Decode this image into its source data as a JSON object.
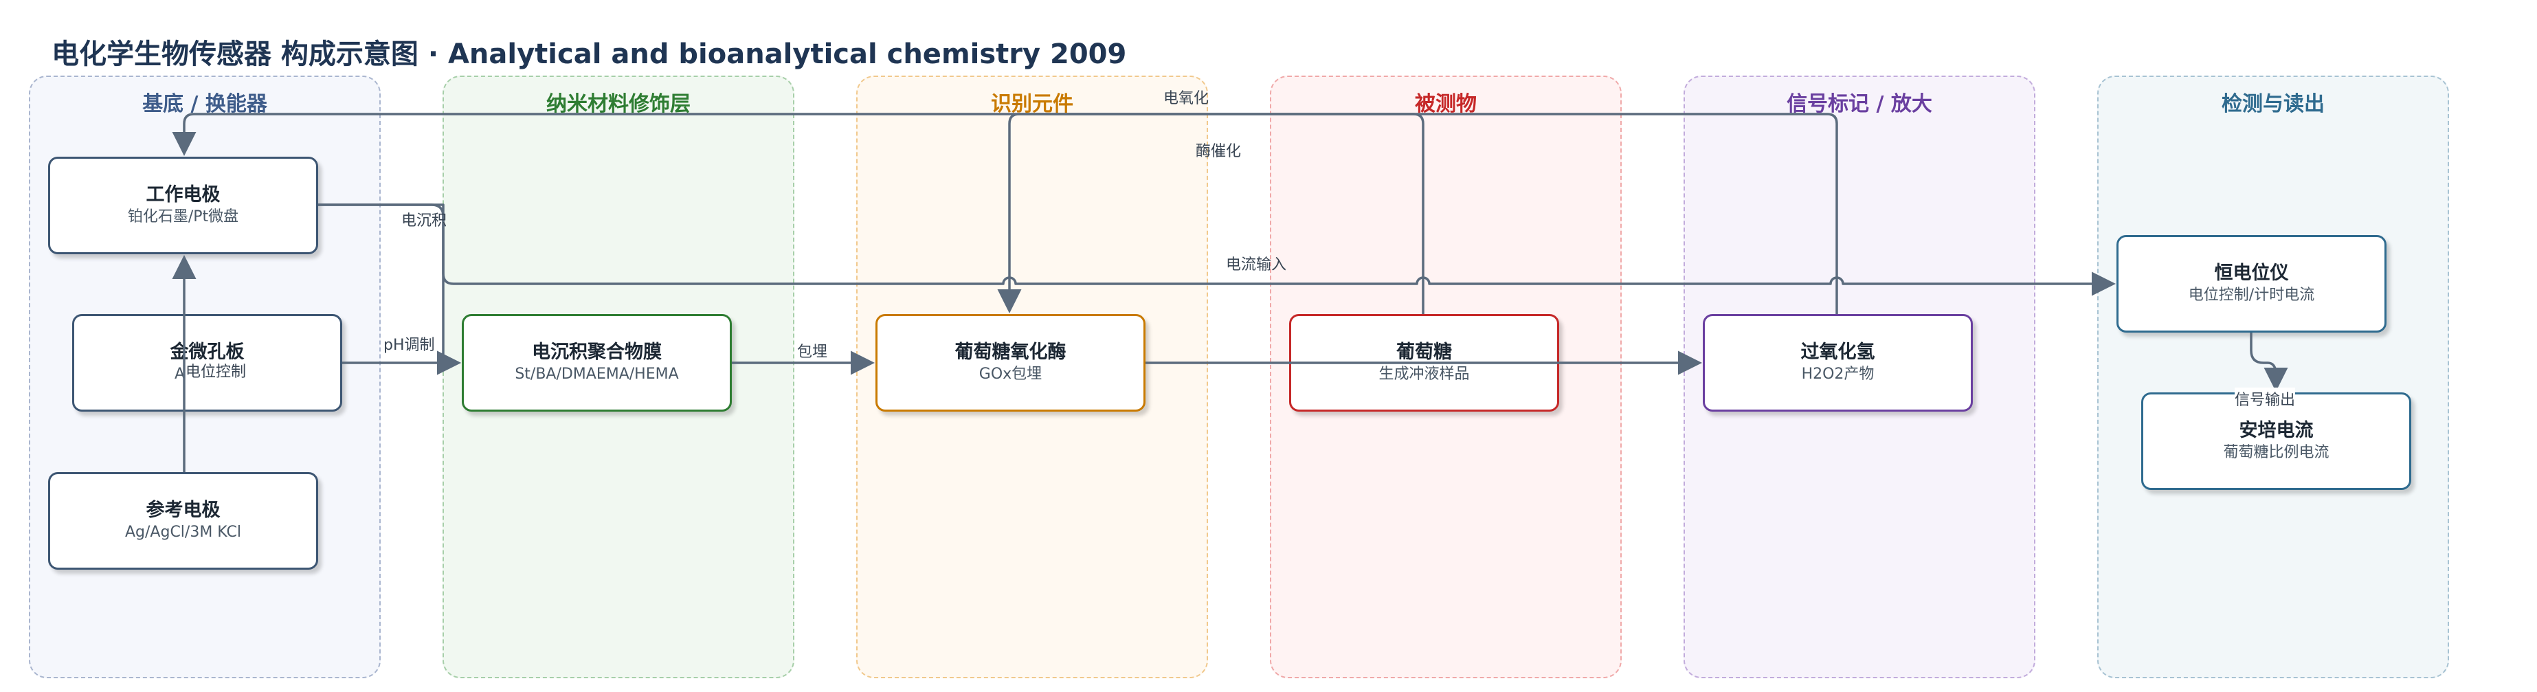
{
  "title": "电化学生物传感器 构成示意图 · Analytical and bioanalytical chemistry 2009",
  "lanes": [
    {
      "title": "基底 / 换能器",
      "color": "#3e5c8a",
      "bg": "#f5f7fc",
      "border": "#aab6cf"
    },
    {
      "title": "纳米材料修饰层",
      "color": "#2e7d32",
      "bg": "#f1f8f1",
      "border": "#a7cfa9"
    },
    {
      "title": "识别元件",
      "color": "#c97a00",
      "bg": "#fff9f1",
      "border": "#f1c98d"
    },
    {
      "title": "被测物",
      "color": "#c62828",
      "bg": "#fff3f3",
      "border": "#f0a9a9"
    },
    {
      "title": "信号标记 / 放大",
      "color": "#6a3fa0",
      "bg": "#f7f3fb",
      "border": "#c2acdc"
    },
    {
      "title": "检测与读出",
      "color": "#2f6b8f",
      "bg": "#f2f7f9",
      "border": "#a8c3d3"
    }
  ],
  "nodes": {
    "working_electrode": {
      "name": "工作电极",
      "sub": "铂化石墨/Pt微盘",
      "border": "#3d5673"
    },
    "counter_electrode": {
      "name": "金微孔板",
      "sub": "Au对电极",
      "border": "#3d5673"
    },
    "reference_electrode": {
      "name": "参考电极",
      "sub": "Ag/AgCl/3M KCl",
      "border": "#3d5673"
    },
    "polymer_film": {
      "name": "电沉积聚合物膜",
      "sub": "St/BA/DMAEMA/HEMA",
      "border": "#2e7d32"
    },
    "gox": {
      "name": "葡萄糖氧化酶",
      "sub": "GOx包埋",
      "border": "#c97a00"
    },
    "glucose": {
      "name": "葡萄糖",
      "sub": "生成冲液样品",
      "border": "#c62828"
    },
    "h2o2": {
      "name": "过氧化氢",
      "sub": "H2O2产物",
      "border": "#6a3fa0"
    },
    "potentiostat": {
      "name": "恒电位仪",
      "sub": "电位控制/计时电流",
      "border": "#2f6b8f"
    },
    "amperometric": {
      "name": "安培电流",
      "sub": "葡萄糖比例电流",
      "border": "#2f6b8f"
    }
  },
  "edge_labels": {
    "electrodeposition": "电沉积",
    "ph_modulation": "pH调制",
    "potential_control": "电位控制",
    "entrapment": "包埋",
    "electro_oxidation": "电氧化",
    "enzyme_catalysis": "酶催化",
    "current_input": "电流输入",
    "signal_output": "信号输出"
  },
  "colors": {
    "edge": "#5b6b7d"
  }
}
